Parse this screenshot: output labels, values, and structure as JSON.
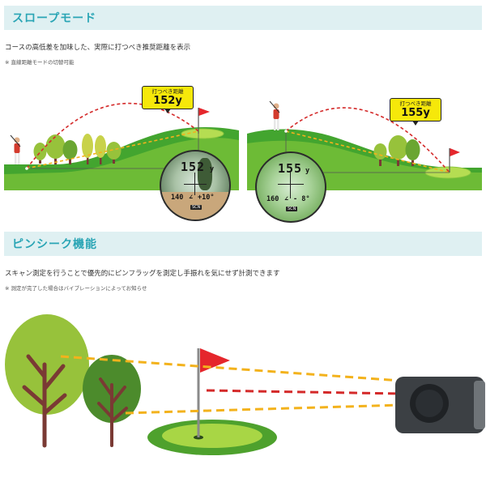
{
  "slope": {
    "title": "スロープモード",
    "description": "コースの高低差を加味した、実際に打つべき推奨距離を表示",
    "note": "※ 直線距離モードの切替可能",
    "left": {
      "callout_label": "打つべき距離",
      "callout_distance": "152y",
      "scope_distance": "152",
      "scope_unit": "y",
      "scope_line_distance": "140",
      "scope_angle": "+10°",
      "scope_badge": "SCN"
    },
    "right": {
      "callout_label": "打つべき距離",
      "callout_distance": "155y",
      "scope_distance": "155",
      "scope_unit": "y",
      "scope_line_distance": "160",
      "scope_angle": "- 8°",
      "scope_badge": "SCN"
    }
  },
  "pinseek": {
    "title": "ピンシーク機能",
    "description": "スキャン測定を行うことで優先的にピンフラッグを測定し手振れを気にせず計測できます",
    "note": "※ 測定が完了した場合はバイブレーションによってお知らせ"
  },
  "colors": {
    "header_bg": "#dff0f2",
    "header_text": "#2aa5b5",
    "grass_dark": "#43a52f",
    "grass_light": "#8fcd3c",
    "green": "#b5dd52",
    "flag_red": "#e5262c",
    "callout_yellow": "#f6e80a",
    "line_red": "#d42a2a",
    "line_orange": "#f3b21c",
    "tree_light": "#97c23b",
    "tree_dark": "#4c8b2c",
    "trunk": "#7a3a34",
    "device": "#3c4044"
  },
  "icons": [
    "golfer-icon",
    "pin-flag-icon",
    "tree-icon",
    "rangefinder-icon",
    "slope-icon"
  ]
}
